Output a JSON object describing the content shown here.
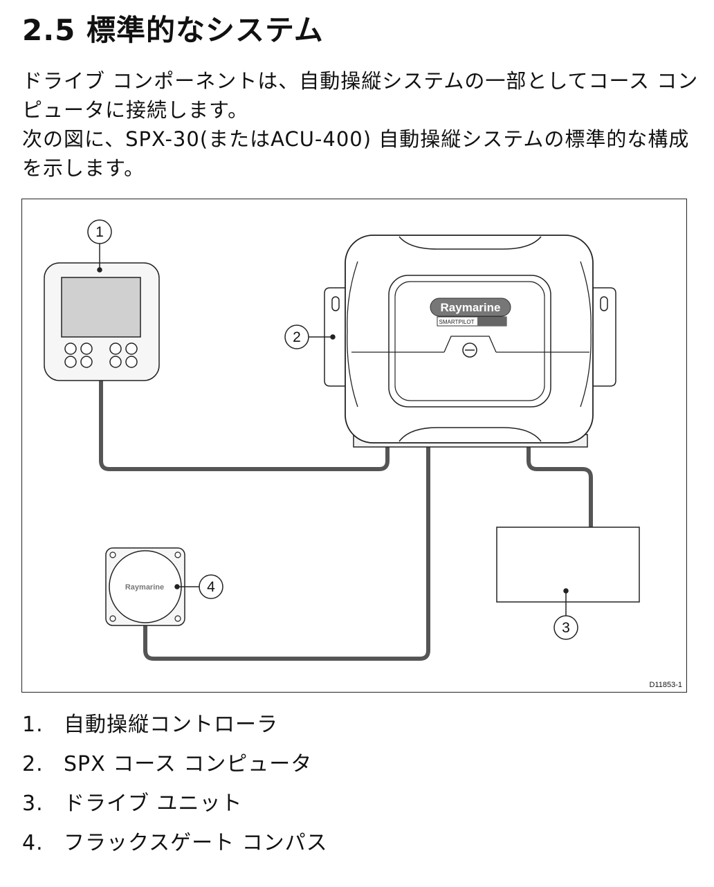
{
  "heading": "2.5 標準的なシステム",
  "intro": {
    "paragraph1": "ドライブ コンポーネントは、自動操縦システムの一部としてコース コンピュータに接続します。",
    "paragraph2": "次の図に、SPX-30(またはACU-400) 自動操縦システムの標準的な構成を示します。"
  },
  "figure": {
    "id_label": "D11853-1",
    "callouts": [
      "1",
      "2",
      "3",
      "4"
    ],
    "course_computer_brand": "Raymarine",
    "course_computer_model": "SMARTPILOT",
    "compass_brand": "Raymarine"
  },
  "legend": [
    {
      "num": "1.",
      "label": "自動操縦コントローラ"
    },
    {
      "num": "2.",
      "label": "SPX コース コンピュータ"
    },
    {
      "num": "3.",
      "label": "ドライブ ユニット"
    },
    {
      "num": "4.",
      "label": "フラックスゲート コンパス"
    }
  ]
}
